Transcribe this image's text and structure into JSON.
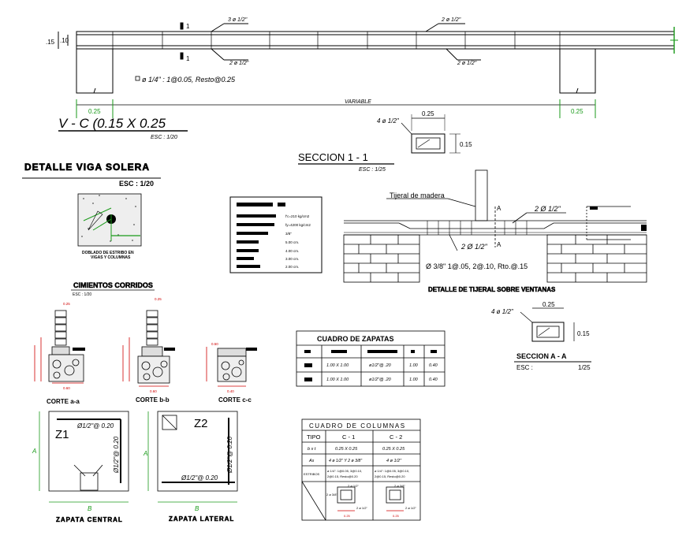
{
  "colors": {
    "line": "#000000",
    "dimension_red": "#d00000",
    "dimension_green": "#1a9a1a"
  },
  "beam": {
    "title": "V - C (0.15 X 0.25",
    "scale": "ESC : 1/20",
    "h_outer": ".15",
    "h_inner": ".10",
    "top_label_1": "3 ø 1/2\"",
    "top_label_2": "2 ø 1/2\"",
    "bot_label_1": "2 ø 1/2\"",
    "bot_label_2": "2 ø 1/2\"",
    "cut_mark": "1",
    "stirrups": "ø 1/4\" : 1@0.05, Resto@0.25",
    "dim_left": "0.25",
    "dim_mid": "VARIABLE",
    "dim_right": "0.25"
  },
  "section11": {
    "title": "SECCION 1 - 1",
    "scale": "ESC : 1/25",
    "bars": "4 ø 1/2\"",
    "width": "0.25",
    "height": "0.15"
  },
  "solera": {
    "title": "DETALLE VIGA SOLERA",
    "scale": "ESC : 1/20",
    "caption_1": "DOBLADO DE ESTRIBO EN",
    "caption_2": "VIGAS Y COLUMNAS"
  },
  "notes": {
    "values": [
      "f'c=210 kg/cm2",
      "fy=4200 kg/cm2",
      "3/8\"",
      "5.00 cm.",
      "4.00 cm.",
      "3.00 cm.",
      "2.00 cm."
    ]
  },
  "tijeral": {
    "label": "Tijeral de madera",
    "section_mark": "A",
    "top_bars": "2 Ø 1/2\"",
    "bot_bars": "2 Ø 1/2\"",
    "stirrups": "Ø 3/8\" 1@.05, 2@.10, Rto.@.15",
    "title": "DETALLE DE TIJERAL SOBRE VENTANAS"
  },
  "sectionAA": {
    "bars": "4 ø 1/2\"",
    "width": "0.25",
    "height": "0.15",
    "title": "SECCION A - A",
    "esc": "ESC :",
    "scale": "1/25"
  },
  "cimientos": {
    "title": "CIMIENTOS CORRIDOS",
    "scale": "ESC : 1/20",
    "corte_a": "CORTE a-a",
    "corte_b": "CORTE b-b",
    "corte_c": "CORTE c-c",
    "dims": [
      "0.25",
      "0.25",
      "0.60",
      "0.60",
      "0.50",
      "0.40"
    ]
  },
  "zapatas_table": {
    "title": "CUADRO DE ZAPATAS",
    "rows": [
      [
        "1.00 X 1.00",
        "ø1/2\"@ .20",
        "1.00",
        "0.40"
      ],
      [
        "1.00 X 1.00",
        "ø1/2\"@ .20",
        "1.00",
        "0.40"
      ]
    ]
  },
  "columnas_table": {
    "title": "CUADRO DE COLUMNAS",
    "h_tipo": "TIPO",
    "h_c1": "C - 1",
    "h_c2": "C - 2",
    "r1_label": "b x t",
    "r1_c1": "0.25 X 0.25",
    "r1_c2": "0.25 X 0.25",
    "r2_label": "As",
    "r2_c1": "4 ø 1/2\" Y 2 ø 3/8\"",
    "r2_c2": "4 ø 1/2\"",
    "r3_label": "ESTRIBOS",
    "r3_c1a": "ø 1/4\": 1@0.05, 3@0.10,",
    "r3_c1b": "2@0.15, Resto@0.20",
    "r3_c2a": "ø 1/4\": 1@0.05, 3@0.10,",
    "r3_c2b": "2@0.15, Resto@0.20",
    "sk_a": "2 ø 1/2\"",
    "sk_b": "2 ø 3/8\"",
    "sk_c": "2 ø 1/2\"",
    "sk_d": "0.25"
  },
  "zapata_central": {
    "label": "Z1",
    "rebar_h": "Ø1/2\"@ 0.20",
    "rebar_v": "Ø1/2\"@ 0.20",
    "dim_a": "A",
    "dim_b": "B",
    "title": "ZAPATA CENTRAL"
  },
  "zapata_lateral": {
    "label": "Z2",
    "rebar_h": "Ø1/2\"@ 0.20",
    "rebar_v": "Ø1/2\"@ 0.20",
    "dim_a": "A",
    "dim_b": "B",
    "title": "ZAPATA LATERAL"
  }
}
